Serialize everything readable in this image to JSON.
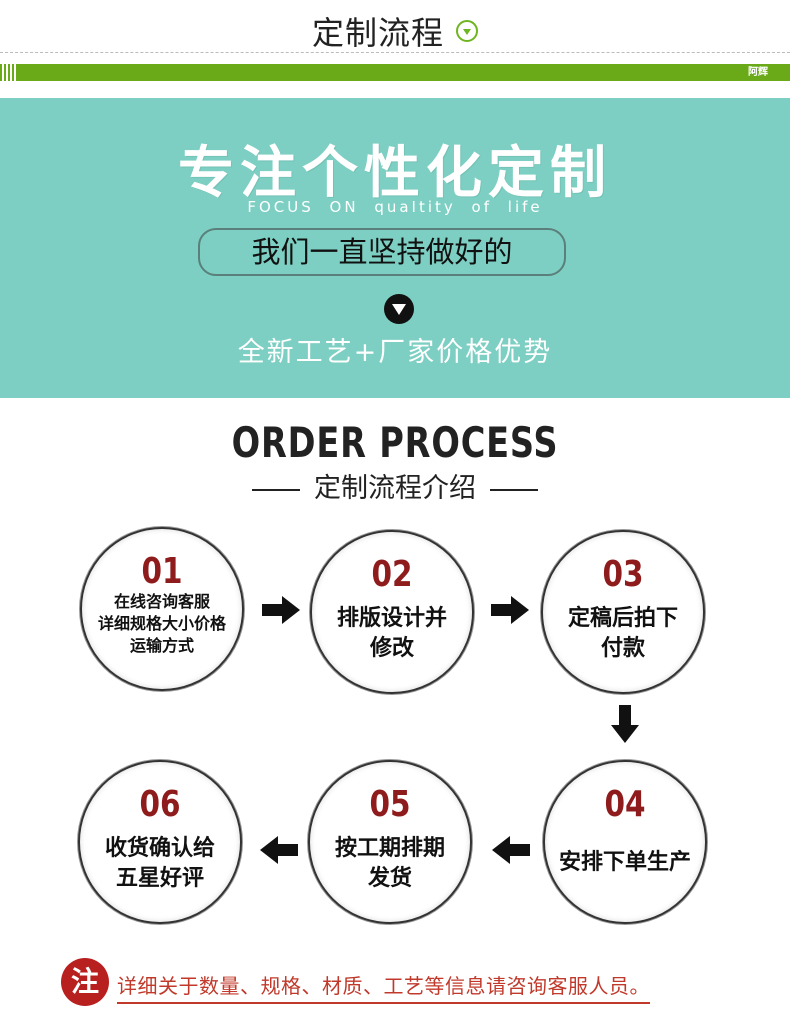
{
  "header": {
    "title": "定制流程",
    "tag": "阿辉",
    "dropdown_icon": "chevron-down-circle-icon",
    "accent_color": "#6aaa19"
  },
  "banner": {
    "title": "专注个性化定制",
    "subtitle": "FOCUS   ON   quaItity of life",
    "pill": "我们一直坚持做好的",
    "arrow_icon": "arrow-down-circle-icon",
    "slogan": "全新工艺+厂家价格优势",
    "bg_color": "#7ccfc2"
  },
  "process": {
    "title": "ORDER PROCESS",
    "subtitle": "定制流程介绍",
    "steps": [
      {
        "num": "01",
        "lines": [
          "在线咨询客服",
          "详细规格大小价格",
          "运输方式"
        ]
      },
      {
        "num": "02",
        "lines": [
          "排版设计并",
          "修改"
        ]
      },
      {
        "num": "03",
        "lines": [
          "定稿后拍下",
          "付款"
        ]
      },
      {
        "num": "04",
        "lines": [
          "安排下单生产"
        ]
      },
      {
        "num": "05",
        "lines": [
          "按工期排期",
          "发货"
        ]
      },
      {
        "num": "06",
        "lines": [
          "收货确认给",
          "五星好评"
        ]
      }
    ],
    "number_color": "#8f1c1c"
  },
  "note": {
    "badge": "注",
    "text": "详细关于数量、规格、材质、工艺等信息请咨询客服人员。",
    "color": "#c0392b"
  }
}
